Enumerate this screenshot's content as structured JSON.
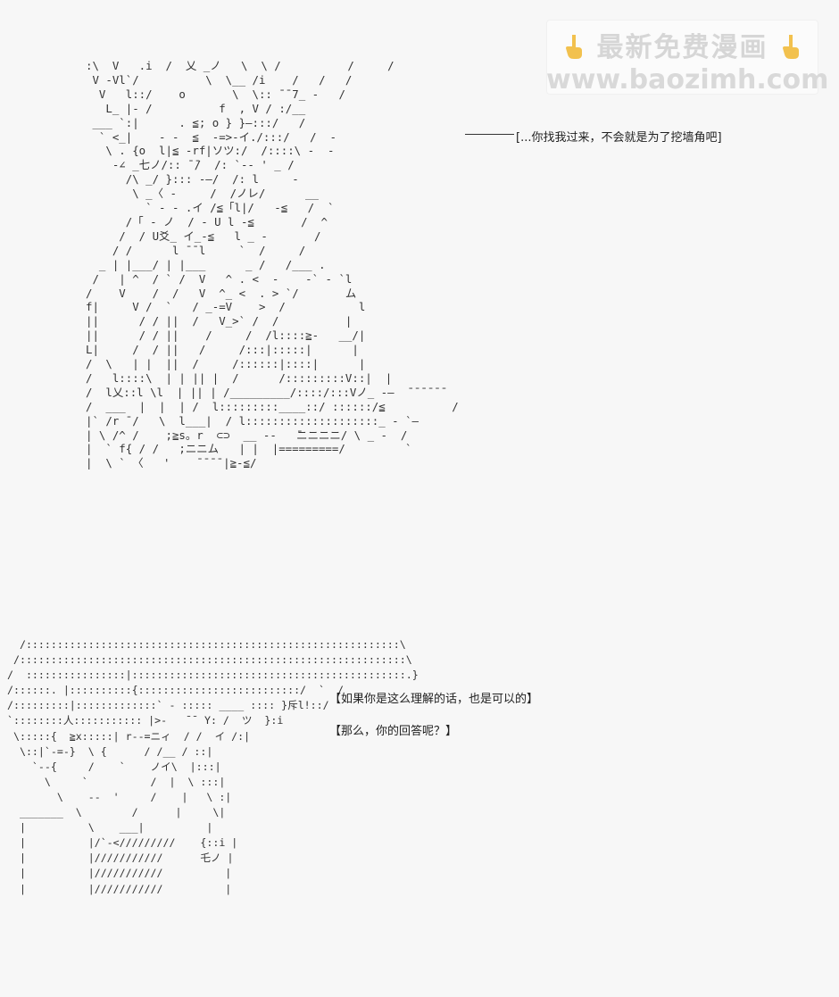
{
  "watermark": {
    "title": "最新免费漫画",
    "url": "www.baozimh.com",
    "icon": "pointing-hand-icon",
    "color": "#d6d6d6"
  },
  "ascii_art": {
    "figure_top": ":\\  V   .i  /  乂 _ノ   \\  \\ /          /     /\n V -Vl`/          \\  \\__ /i    /   /   /\n  V   l::/    o       \\  \\:: ̄ ̄ 7_ -   /\n   L_ |- /          f  , V / :/__\n ___ `:|      . ≦; o } }—:::/   /\n  ` <_|    - -  ≦  -=>-イ./:::/   /  -\n   \\ . {o  l|≦ -rf|ソツ:/  /::::\\ -  -\n    -∠ _七ノ/:: ̄ ̄/  /: `-- ' _ /\n      /\\ _/ }::: -—/  /: l     -\n       \\ _〈 -     /  /ノレ/      __\n         ` - - .イ /≦「l|/   -≦   /  `\n      /「 - ノ  / - U l -≦       /  ^\n     /  / U爻_ イ_-≦   l _ -       /\n    / /      l ̄ ̄ l     `  /     /\n  _ | |___/ | |___      _ /   /___ .\n /   | ^  / ` /  V   ^ . <  -    -` - `l\n/    V    /  /   V  ^_ <  . > `/       ム\nf|     V /  `   / _-=V    >  /           l\n||      / / ||  /   V_>` /  /          |\n||      / / ||    /     /  /l::::≧-   __/|\nL|     /  / ||   /     /:::|:::::|      |\n/  \\   | |  ||  /     /::::::|::::|      |\n/   l::::\\  | | || |  /      /:::::::::V::|  |\n/  l乂::l \\l  | || | /_________/::::/:::Vノ_ -—  ̄ ̄ ̄ ̄ ̄ ̄\n/  ___  |  |  | /  l:::::::::____::/ ::::::/≦          /\n|` /r ̄ /   \\  l___|  / l::::::::::::::::::::_ - `—\n| \\ /^ /    ;≧s。r  ⊂⊃  __ --   ̄ニニニニ/ \\ _ -  /\n|  ` f{ / /   ;ニニム   | |  |=========/         `\n|  \\ ` 〈   '    ̄ ̄ ̄ ̄ |≧-≦/",
    "figure_bottom": "  /::::::::::::::::::::::::::::::::::::::::::::::::::::::::::::\\\n /::::::::::::::::::::::::::::::::::::::::::::::::::::::::::::::\\\n/  ::::::::::::::::|::::::::::::::::::::::::::::::::::::::::::::.}\n/::::::. |::::::::::{::::::::::::::::::::::::::/  `  /\n/:::::::::|:::::::::::::` - ::::: ____ :::: }斥l!::/\n`::::::::人::::::::::: |>-   ̄ ̄  Y: /  ツ  }:i\n \\:::::{  ≧x:::::| r--=ニィ  / /  イ /:|\n  \\::|`-=-}  \\ {      / /__ / ::|\n    `--{     /    `    ノイ\\  |:::|\n      \\     `          /  |  \\ :::|\n        \\    --  '     /    |   \\ :|\n  _______  \\        /      |     \\|\n  |          \\    ___|          |\n  |          |/`-</////////    {::i |\n  |          |///////////      乇ノ |\n  |          |///////////          |\n  |          |///////////          |"
  },
  "dialogue": {
    "line1": "[...你找我过来，不会就是为了挖墙角吧]",
    "line2": "【如果你是这么理解的话，也是可以的】",
    "line3": "【那么，你的回答呢？】"
  }
}
